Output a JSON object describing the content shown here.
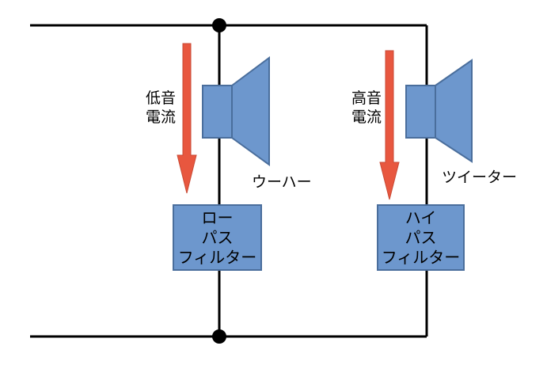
{
  "labels": {
    "low_current": [
      "低音",
      "電流"
    ],
    "high_current": [
      "高音",
      "電流"
    ],
    "woofer": "ウーハー",
    "tweeter": "ツイーター"
  },
  "filters": {
    "low_pass": [
      "ロー",
      "パス",
      "フィルター"
    ],
    "high_pass": [
      "ハイ",
      "パス",
      "フィルター"
    ]
  },
  "colors": {
    "wire": "#000000",
    "speaker_fill": "#6d97cd",
    "speaker_stroke": "#4a6e9c",
    "arrow": "#e8573f",
    "node": "#000000"
  }
}
